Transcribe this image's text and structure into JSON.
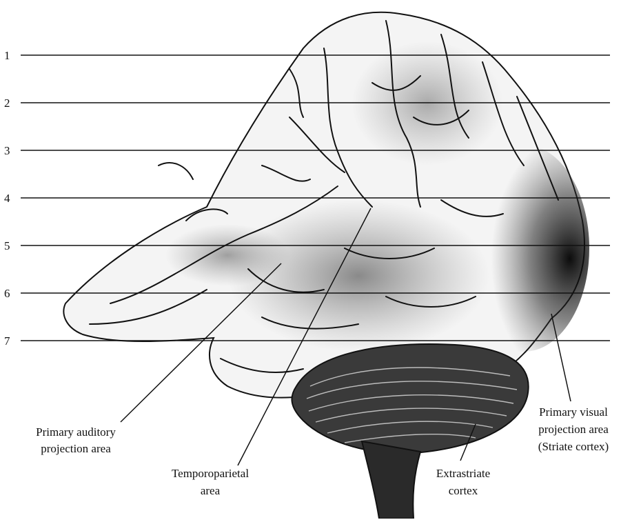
{
  "level_lines": [
    "1",
    "2",
    "3",
    "4",
    "5",
    "6",
    "7"
  ],
  "labels": {
    "auditory": [
      "Primary auditory",
      "projection area"
    ],
    "temporoparietal": [
      "Temporoparietal",
      "area"
    ],
    "extrastriate": [
      "Extrastriate",
      "cortex"
    ],
    "visual": [
      "Primary visual",
      "projection area",
      "(Striate cortex)"
    ]
  },
  "colors": {
    "ink": "#111111",
    "background": "#ffffff",
    "shade": "#2a2a2a"
  }
}
